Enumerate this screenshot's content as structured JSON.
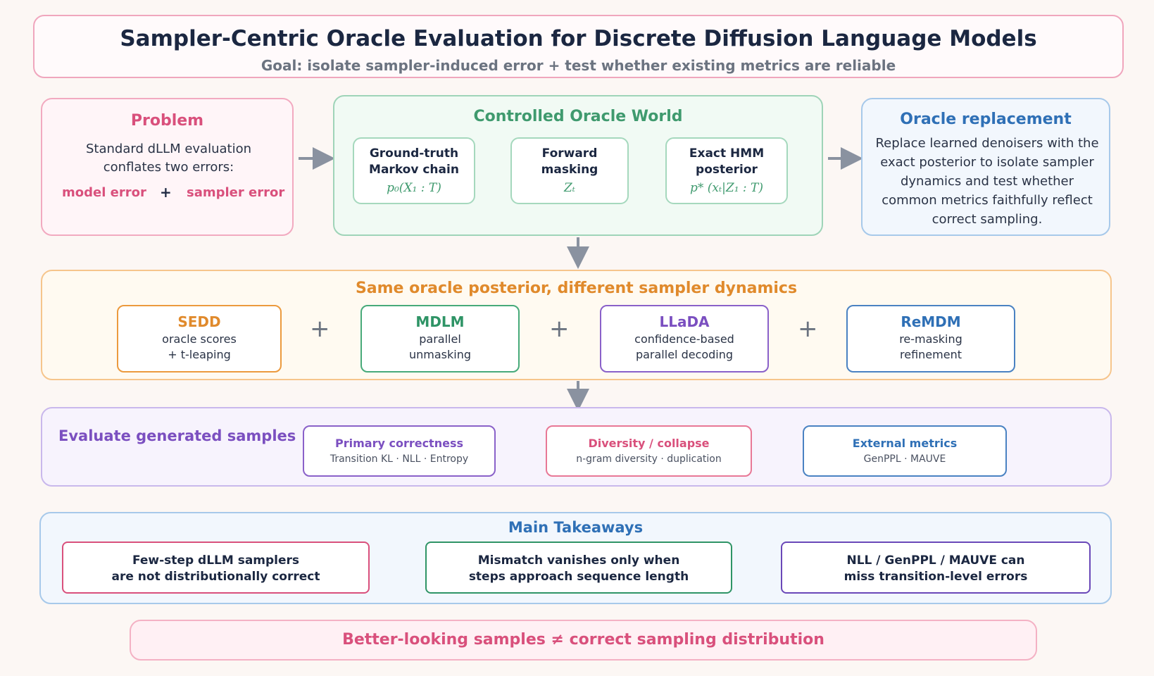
{
  "header": {
    "title": "Sampler-Centric Oracle Evaluation for Discrete Diffusion Language Models",
    "goal": "Goal: isolate sampler-induced error + test whether existing metrics are reliable"
  },
  "problem": {
    "title": "Problem",
    "description": "Standard dLLM evaluation conflates two errors:",
    "model_error": "model error",
    "plus": "+",
    "sampler_error": "sampler error"
  },
  "oracle_world": {
    "title": "Controlled Oracle World",
    "steps": [
      {
        "label_line1": "Ground-truth",
        "label_line2": "Markov chain",
        "math": "p₀(X₁ : T)"
      },
      {
        "label_line1": "Forward",
        "label_line2": "masking",
        "math": "Zₜ"
      },
      {
        "label_line1": "Exact HMM",
        "label_line2": "posterior",
        "math": "p* (xₜ|Z₁ : T)"
      }
    ]
  },
  "oracle_replacement": {
    "title": "Oracle replacement",
    "description": "Replace learned denoisers with the exact posterior to isolate sampler dynamics and test whether common metrics faithfully reflect correct sampling."
  },
  "samplers": {
    "title": "Same oracle posterior, different sampler dynamics",
    "plus": "+",
    "items": [
      {
        "name": "SEDD",
        "line1": "oracle scores",
        "line2": "+ t-leaping"
      },
      {
        "name": "MDLM",
        "line1": "parallel",
        "line2": "unmasking"
      },
      {
        "name": "LLaDA",
        "line1": "confidence-based",
        "line2": "parallel decoding"
      },
      {
        "name": "ReMDM",
        "line1": "re-masking",
        "line2": "refinement"
      }
    ]
  },
  "evaluate": {
    "title": "Evaluate generated samples",
    "items": [
      {
        "name": "Primary correctness",
        "desc": "Transition KL · NLL · Entropy"
      },
      {
        "name": "Diversity / collapse",
        "desc": "n-gram diversity · duplication"
      },
      {
        "name": "External metrics",
        "desc": "GenPPL · MAUVE"
      }
    ]
  },
  "takeaways": {
    "title": "Main Takeaways",
    "items": [
      {
        "line1": "Few-step dLLM samplers",
        "line2": "are not distributionally correct"
      },
      {
        "line1": "Mismatch vanishes only when",
        "line2": "steps approach sequence length"
      },
      {
        "line1": "NLL / GenPPL / MAUVE can",
        "line2": "miss transition-level errors"
      }
    ]
  },
  "banner": {
    "text": "Better-looking samples ≠ correct sampling distribution"
  },
  "colors": {
    "pink": "#d9507c",
    "green": "#3f9a6e",
    "blue": "#2f70b6",
    "orange": "#e08a2c",
    "purple": "#7b4fc0",
    "arrow_gray": "#8a92a0"
  }
}
